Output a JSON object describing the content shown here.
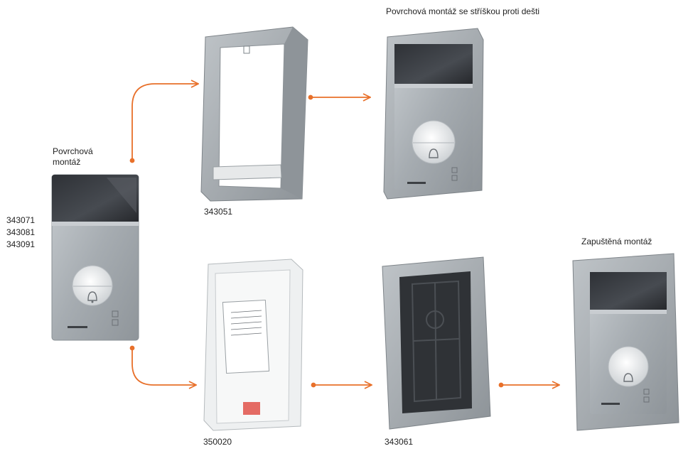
{
  "labels": {
    "surface_mount": [
      "Povrchová",
      "montáž"
    ],
    "surface_mount_rain_cover": "Povrchová montáž se stříškou proti dešti",
    "flush_mount": "Zapuštěná montáž"
  },
  "part_codes": {
    "entrance_panel": [
      "343071",
      "343081",
      "343091"
    ],
    "rain_cover": "343051",
    "flush_box": "350020",
    "flush_frame": "343061"
  },
  "colors": {
    "arrow": "#e8702a",
    "panel_aluminium": "#a9afb4",
    "panel_dark": "#3a3d42"
  },
  "icons": [
    "bell-icon",
    "door-lock-icon"
  ]
}
